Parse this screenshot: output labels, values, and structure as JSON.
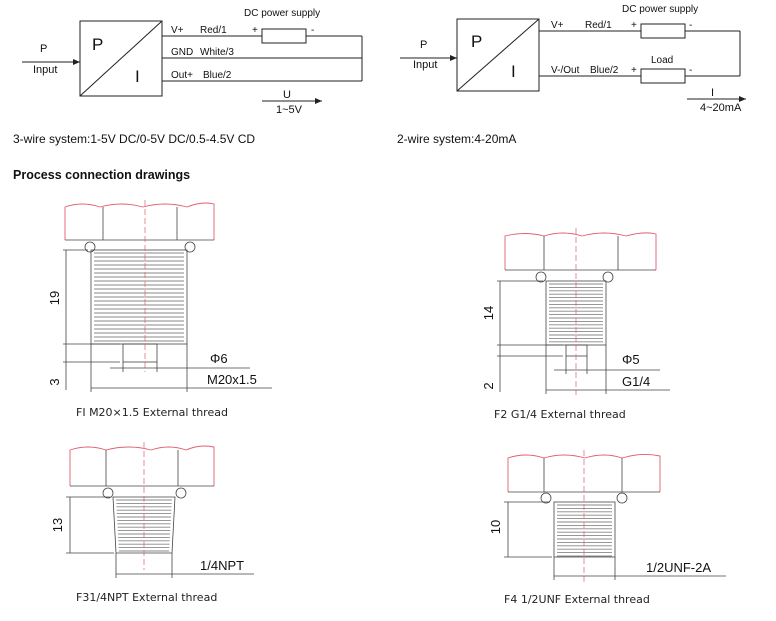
{
  "wiring_left": {
    "input_p": "P",
    "input_label": "Input",
    "box_p": "P",
    "box_i": "I",
    "vplus": "V+",
    "red": "Red/1",
    "gnd": "GND",
    "white": "White/3",
    "out": "Out+",
    "blue": "Blue/2",
    "dc_supply": "DC power supply",
    "plus": "+",
    "minus": "-",
    "u_label": "U",
    "u_range": "1~5V"
  },
  "wiring_right": {
    "input_p": "P",
    "input_label": "Input",
    "box_p": "P",
    "box_i": "I",
    "vplus": "V+",
    "red": "Red/1",
    "vminus_out": "V-/Out",
    "blue": "Blue/2",
    "dc_supply": "DC power supply",
    "load": "Load",
    "plus": "+",
    "minus": "-",
    "plus2": "+",
    "minus2": "-",
    "i_label": "I",
    "i_range": "4~20mA"
  },
  "system_left": "3-wire system:1-5V DC/0-5V DC/0.5-4.5V CD",
  "system_right": "2-wire system:4-20mA",
  "section_heading": "Process connection drawings",
  "drawings": {
    "f1": {
      "height": "19",
      "bottom": "3",
      "dia": "Φ6",
      "thread": "M20x1.5",
      "caption": "FI M20×1.5 External thread"
    },
    "f2": {
      "height": "14",
      "bottom": "2",
      "dia": "Φ5",
      "thread": "G1/4",
      "caption": "F2 G1/4 External thread"
    },
    "f3": {
      "height": "13",
      "thread": "1/4NPT",
      "caption": "F31/4NPT External thread"
    },
    "f4": {
      "height": "10",
      "thread": "1/2UNF-2A",
      "caption": "F4 1/2UNF External thread"
    }
  }
}
